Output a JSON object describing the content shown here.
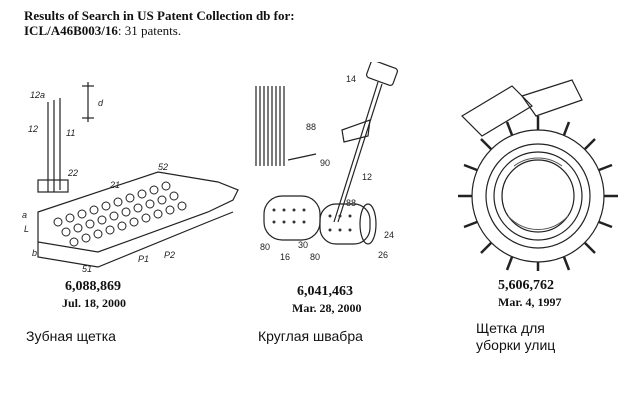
{
  "header": {
    "line1": "Results of Search in US Patent Collection db for:",
    "line2_code": "ICL/A46B003/16",
    "line2_rest": ": 31 patents."
  },
  "patents": [
    {
      "number": "6,088,869",
      "date": "Jul. 18, 2000",
      "caption": "Зубная щетка"
    },
    {
      "number": "6,041,463",
      "date": "Mar. 28, 2000",
      "caption": "Круглая швабра"
    },
    {
      "number": "5,606,762",
      "date": "Mar. 4, 1997",
      "caption_l1": "Щетка для",
      "caption_l2": "уборки улиц"
    }
  ],
  "figure_labels": {
    "fig1": [
      "12a",
      "d",
      "12",
      "11",
      "22",
      "52",
      "21",
      "a",
      "L",
      "b",
      "P1",
      "P2",
      "51"
    ],
    "fig2": [
      "14",
      "88",
      "90",
      "12",
      "88",
      "80",
      "30",
      "80",
      "16",
      "24",
      "26"
    ]
  }
}
